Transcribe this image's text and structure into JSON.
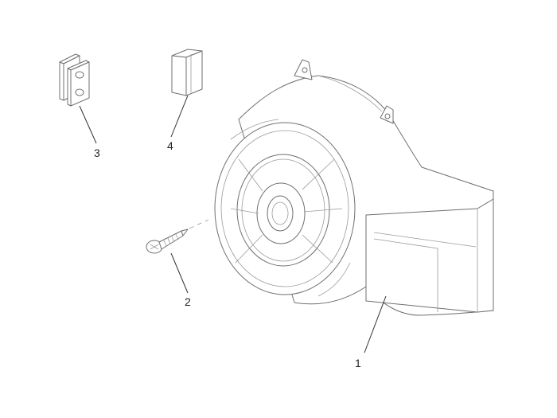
{
  "diagram": {
    "callouts": {
      "fan_cover": "1",
      "screw": "2",
      "rubber_block": "3",
      "pad": "4"
    }
  },
  "colors": {
    "line": "#6f6f6f",
    "leader": "#333333",
    "text": "#222222"
  }
}
